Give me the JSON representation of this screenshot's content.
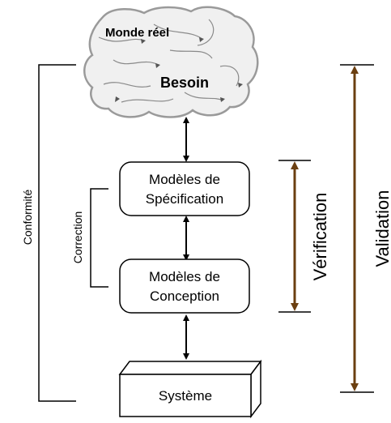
{
  "cloud": {
    "label": "Monde réel",
    "center_label": "Besoin"
  },
  "boxes": {
    "specification": {
      "line1": "Modèles de",
      "line2": "Spécification"
    },
    "conception": {
      "line1": "Modèles de",
      "line2": "Conception"
    },
    "systeme": {
      "label": "Système"
    }
  },
  "brackets": {
    "conformite": "Conformité",
    "correction": "Correction",
    "verification": "Vérification",
    "validation": "Validation"
  },
  "colors": {
    "line": "#000000",
    "brown_arrow": "#6b3f10",
    "cloud_fill": "#f0f0f0",
    "cloud_stroke": "#9a9a9a"
  }
}
